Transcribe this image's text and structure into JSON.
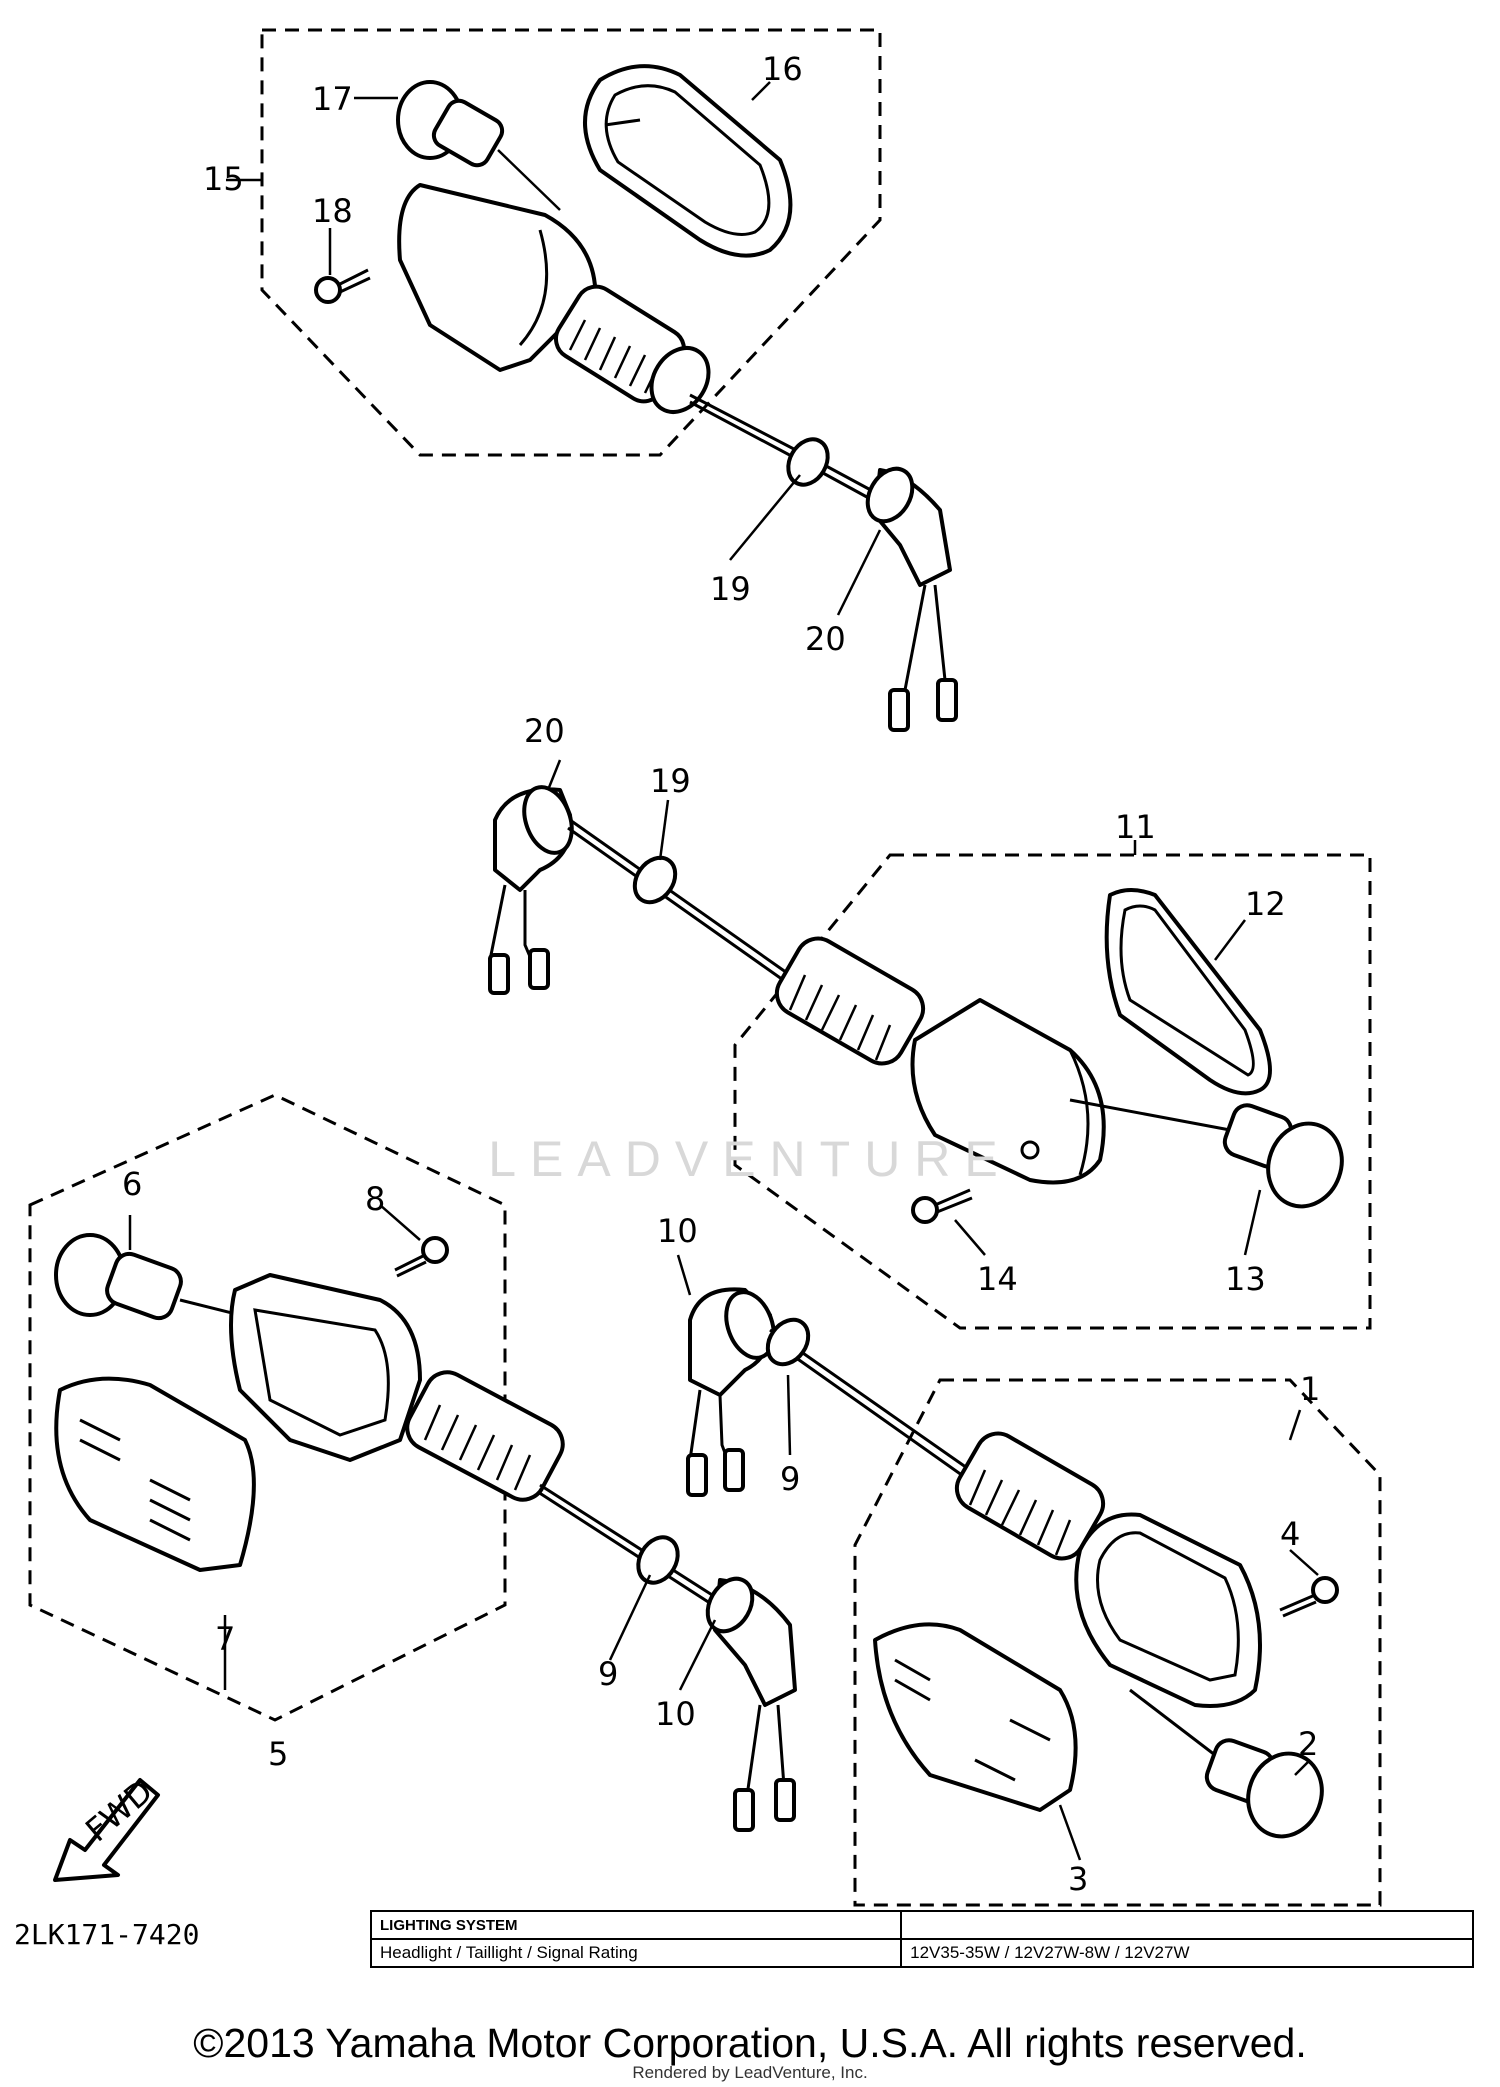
{
  "callouts": {
    "c1": "1",
    "c2": "2",
    "c3": "3",
    "c4": "4",
    "c5": "5",
    "c6": "6",
    "c7": "7",
    "c8": "8",
    "c9a": "9",
    "c9b": "9",
    "c10a": "10",
    "c10b": "10",
    "c11": "11",
    "c12": "12",
    "c13": "13",
    "c14": "14",
    "c15": "15",
    "c16": "16",
    "c17": "17",
    "c18": "18",
    "c19a": "19",
    "c19b": "19",
    "c20a": "20",
    "c20b": "20"
  },
  "fwd_label": "FWD",
  "watermark": "LEADVENTURE",
  "drawing_number": "2LK171-7420",
  "spec_table": {
    "header": "LIGHTING SYSTEM",
    "row_label": "Headlight / Taillight / Signal Rating",
    "row_value": "12V35-35W / 12V27W-8W / 12V27W"
  },
  "copyright": "©2013 Yamaha Motor Corporation, U.S.A. All rights reserved.",
  "rendered_by": "Rendered by LeadVenture, Inc."
}
